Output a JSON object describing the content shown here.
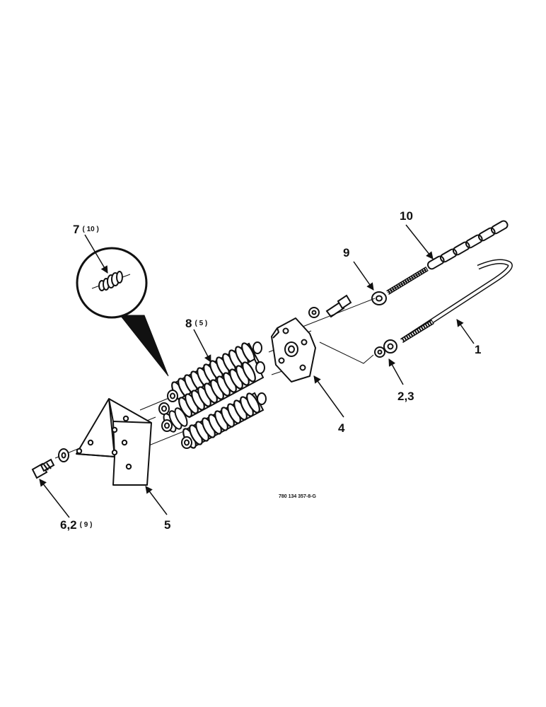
{
  "callouts": {
    "c1": {
      "num": "1"
    },
    "c23": {
      "num": "2,3"
    },
    "c4": {
      "num": "4"
    },
    "c5": {
      "num": "5"
    },
    "c62": {
      "num": "6,2",
      "qty": "( 9 )"
    },
    "c7": {
      "num": "7",
      "qty": "( 10 )"
    },
    "c8": {
      "num": "8",
      "qty": "( 5 )"
    },
    "c9": {
      "num": "9"
    },
    "c10": {
      "num": "10"
    }
  },
  "figure_code": "780 134 357-8-G",
  "colors": {
    "ink": "#111111",
    "paper": "#ffffff"
  }
}
